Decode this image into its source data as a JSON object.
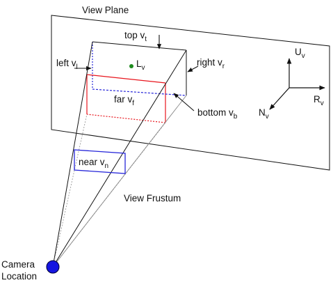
{
  "labels": {
    "view_plane": "View Plane",
    "top": {
      "text": "top v",
      "sub": "t"
    },
    "left": {
      "text": "left v",
      "sub": "l"
    },
    "right": {
      "text": "right v",
      "sub": "r"
    },
    "lookat": {
      "text": "L",
      "sub": "v"
    },
    "far": {
      "text": "far v",
      "sub": "f"
    },
    "bottom": {
      "text": "bottom v",
      "sub": "b"
    },
    "near": {
      "text": "near v",
      "sub": "n"
    },
    "view_frustum": "View Frustum",
    "camera_line1": "Camera",
    "camera_line2": "Location",
    "axis_u": {
      "text": "U",
      "sub": "v"
    },
    "axis_r": {
      "text": "R",
      "sub": "v"
    },
    "axis_n": {
      "text": "N",
      "sub": "v"
    }
  },
  "colors": {
    "stroke": "#111111",
    "far_plane": "#e8141c",
    "near_plane": "#2626d9",
    "camera_fill": "#1515e0",
    "lookat_dot": "#1e8a1e"
  }
}
